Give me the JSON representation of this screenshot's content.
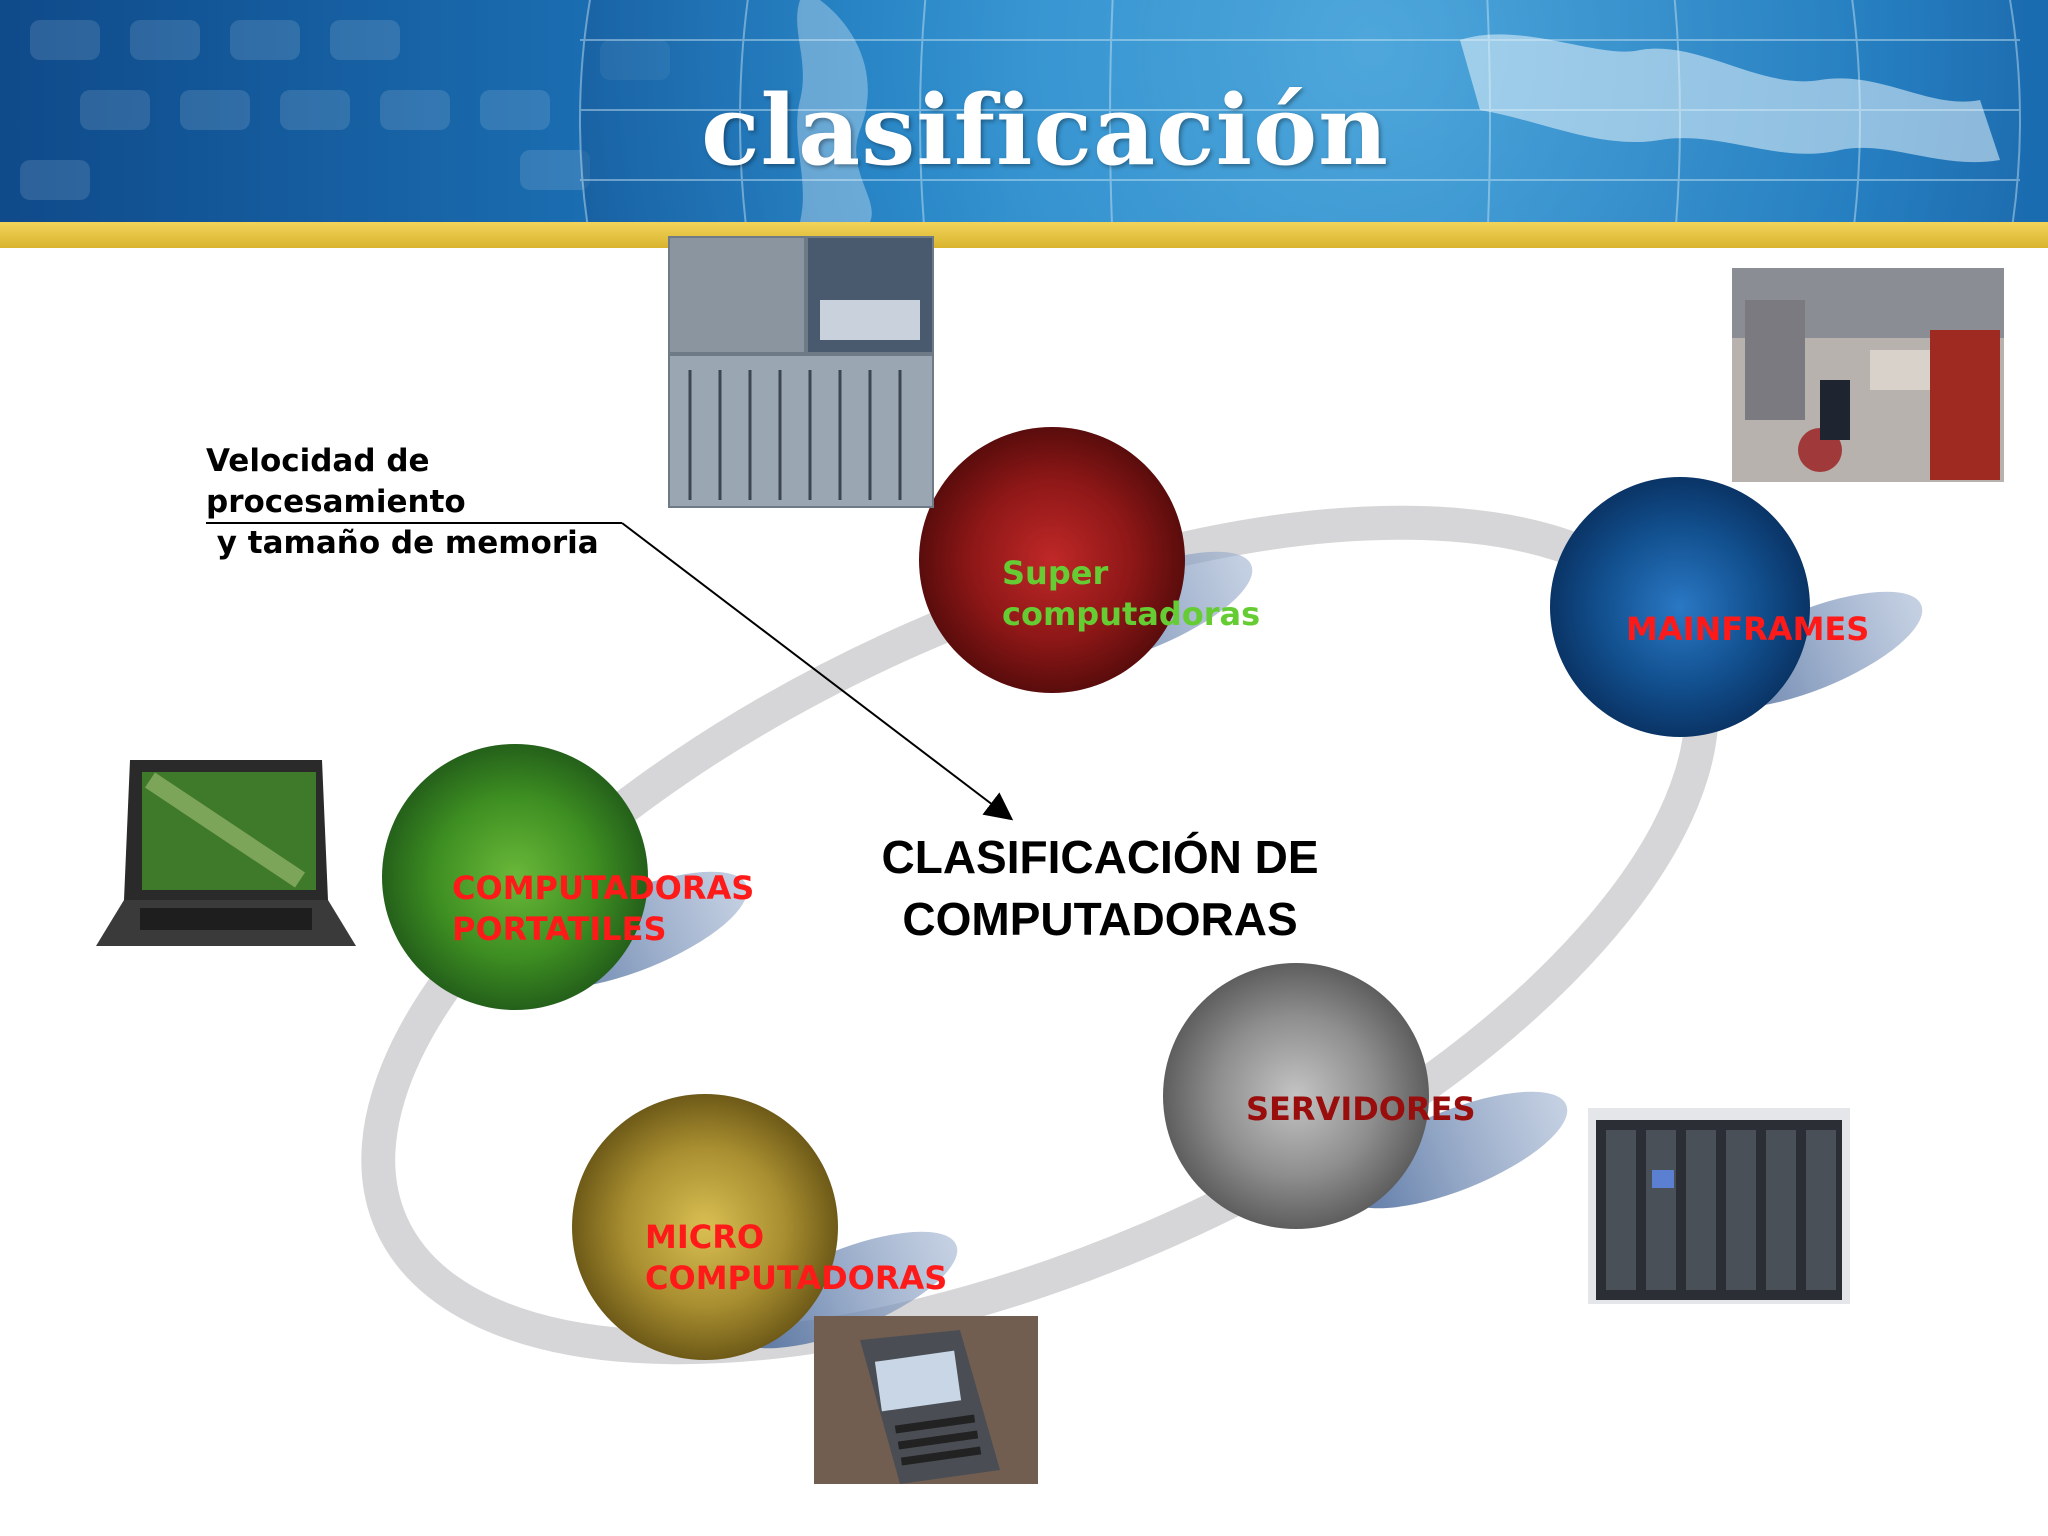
{
  "title": "clasificación",
  "colors": {
    "header_blue": "#1b6fb3",
    "header_stripe": "#e8c440",
    "orbit_ring": "#d4d4d6",
    "super_sphere": "#8a1414",
    "mainframes_sphere": "#0f4a8a",
    "portatiles_sphere": "#3c8f1e",
    "servidores_sphere": "#8c8c8c",
    "micro_sphere": "#a99030",
    "label_green": "#66cc33",
    "label_red": "#ff1a1a",
    "label_darkred": "#9a0d0d"
  },
  "side_note": {
    "line1": "Velocidad de",
    "line2": "procesamiento",
    "line3": " y tamaño de memoria"
  },
  "center": {
    "line1": "CLASIFICACIÓN DE",
    "line2": "COMPUTADORAS"
  },
  "nodes": {
    "super": {
      "line1": "Super",
      "line2": "computadoras"
    },
    "mainframes": {
      "line1": "MAINFRAMES"
    },
    "portatiles": {
      "line1": "COMPUTADORAS",
      "line2": "PORTATILES"
    },
    "servidores": {
      "line1": "SERVIDORES"
    },
    "micro": {
      "line1": "MICRO",
      "line2": "COMPUTADORAS"
    }
  },
  "photos": {
    "supercomputer": "supercomputer-room-photo",
    "mainframe": "mainframe-room-photo",
    "laptop": "laptop-photo",
    "server": "server-rack-photo",
    "smartphone": "smartphone-photo"
  }
}
